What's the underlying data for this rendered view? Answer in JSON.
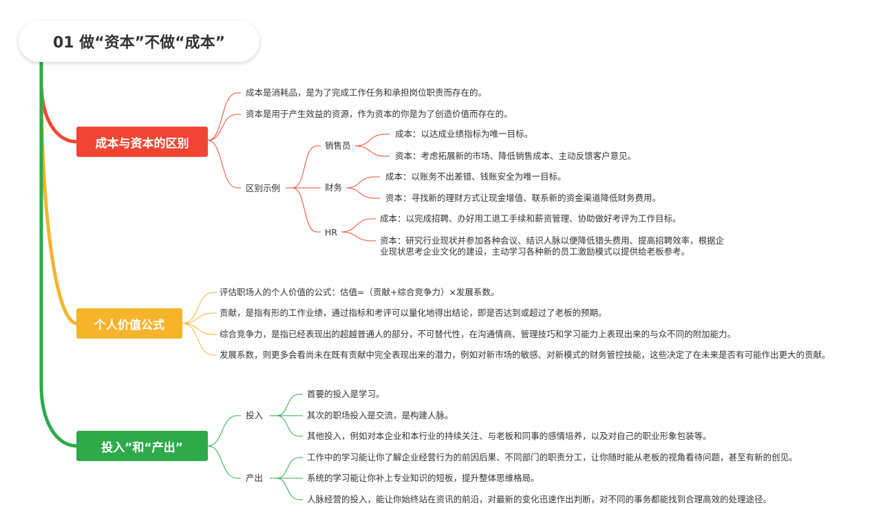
{
  "root": {
    "title": "01 做“资本”不做“成本”"
  },
  "colors": {
    "root_line": "#2eaa4a",
    "b1": "#f14534",
    "b2": "#f6b42c",
    "b3": "#2eaa4a"
  },
  "b1": {
    "label": "成本与资本的区别",
    "n1": "成本是消耗品，是为了完成工作任务和承担岗位职责而存在的。",
    "n2": "资本是用于产生效益的资源，作为资本的你是为了创造价值而存在的。",
    "ex": "区别示例",
    "sales": "销售员",
    "sales_c": "成本：以达成业绩指标为唯一目标。",
    "sales_z": "资本：考虑拓展新的市场、降低销售成本、主动反馈客户意见。",
    "fin": "财务",
    "fin_c": "成本：以账务不出差错、钱账安全为唯一目标。",
    "fin_z": "资本：寻找新的理财方式让现金增值、联系新的资金渠道降低财务费用。",
    "hr": "HR",
    "hr_c": "成本：以完成招聘、办好用工退工手续和薪资管理、协助做好考评为工作目标。",
    "hr_z": "资本：研究行业现状并参加各种会议、结识人脉以便降低猎头费用、提高招聘效率，根据企业现状思考企业文化的建设，主动学习各种新的员工激励模式以提供给老板参考。"
  },
  "b2": {
    "label": "个人价值公式",
    "n1": "评估职场人的个人价值的公式：估值=（贡献+综合竞争力）×发展系数。",
    "n2": "贡献，是指有形的工作业绩，通过指标和考评可以量化地得出结论，即是否达到或超过了老板的预期。",
    "n3": "综合竞争力，是指已经表现出的超越普通人的部分，不可替代性，在沟通情商、管理技巧和学习能力上表现出来的与众不同的附加能力。",
    "n4": "发展系数，则更多会看尚未在既有贡献中完全表现出来的潜力，例如对新市场的敏感、对新模式的财务管控技能，这些决定了在未来是否有可能作出更大的贡献。"
  },
  "b3": {
    "label": "投入”和“产出”",
    "in": "投入",
    "in1": "首要的投入是学习。",
    "in2": "其次的职场投入是交流，是构建人脉。",
    "in3": "其他投入，例如对本企业和本行业的持续关注、与老板和同事的感情培养，以及对自己的职业形象包装等。",
    "out": "产出",
    "out1": "工作中的学习能让你了解企业经营行为的前因后果、不同部门的职责分工，让你随时能从老板的视角看待问题，甚至有新的创见。",
    "out2": "系统的学习能让你补上专业知识的短板，提升整体思维格局。",
    "out3": "人脉经营的投入，能让你始终站在资讯的前沿，对最新的变化迅速作出判断，对不同的事务都能找到合理高效的处理途径。"
  }
}
